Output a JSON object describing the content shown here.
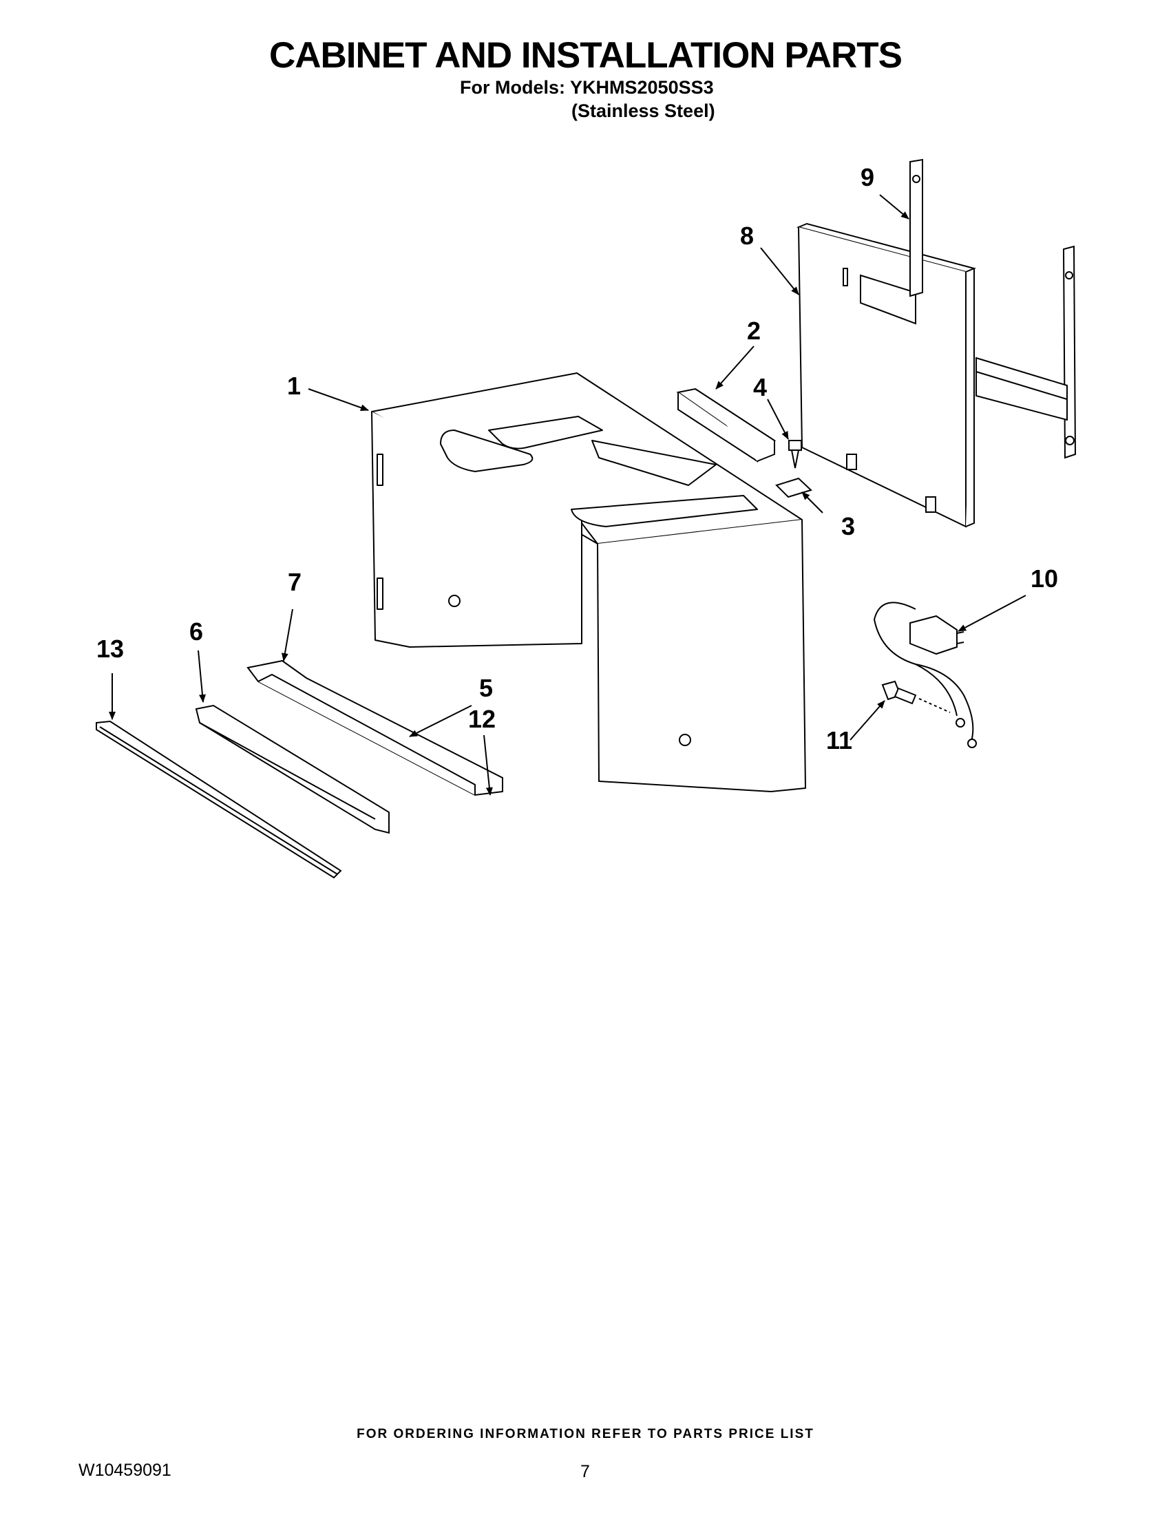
{
  "header": {
    "title": "CABINET AND INSTALLATION PARTS",
    "models_line": "For Models: YKHMS2050SS3",
    "finish_line": "(Stainless Steel)"
  },
  "callouts": [
    "1",
    "2",
    "3",
    "4",
    "5",
    "6",
    "7",
    "8",
    "9",
    "10",
    "11",
    "12",
    "13"
  ],
  "footer": {
    "ordering_note": "FOR ORDERING INFORMATION REFER TO PARTS PRICE LIST",
    "doc_number": "W10459091",
    "page_number": "7"
  }
}
